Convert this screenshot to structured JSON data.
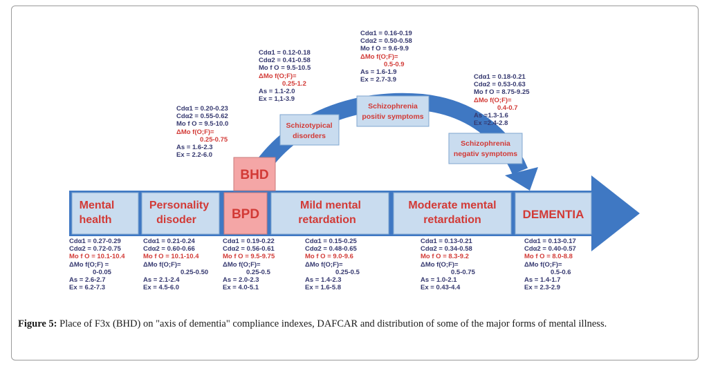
{
  "colors": {
    "box_fill": "#c9dcef",
    "arrow_fill": "#3f78c3",
    "label_red": "#d23a36",
    "highlight_fill": "#f4a6a6",
    "stat_text": "#35386f"
  },
  "axis_boxes": [
    {
      "label": "Mental health"
    },
    {
      "label": "Personality disoder"
    },
    {
      "label": "BPD"
    },
    {
      "label": "Mild mental retardation"
    },
    {
      "label": "Moderate mental retardation"
    },
    {
      "label": "DEMENTIA"
    }
  ],
  "bhd_label": "BHD",
  "arc_boxes": [
    {
      "label_1": "Schizotypical",
      "label_2": "disorders"
    },
    {
      "label_1": "Schizophrenia",
      "label_2": "positiv symptoms"
    },
    {
      "label_1": "Schizophrenia",
      "label_2": "negativ symptoms"
    }
  ],
  "stats_upper": [
    {
      "l1": "Cdα1 = 0.20-0.23",
      "l2": "Cdα2 = 0.55-0.62",
      "l3": "Mo f O = 9.5-10.0",
      "l4": "ΔMo f(O;F)=",
      "l5": "0.25-0.75",
      "l6": "As = 1.6-2.3",
      "l7": "Ex = 2.2-6.0"
    },
    {
      "l1": "Cdα1 = 0.12-0.18",
      "l2": "Cdα2 = 0.41-0.58",
      "l3": "Mo f O = 9.5-10.5",
      "l4": "ΔMo f(O;F)=",
      "l5": "0.25-1.2",
      "l6": "As = 1.1-2.0",
      "l7": "Ex = 1,1-3.9"
    },
    {
      "l1": "Cdα1 = 0.16-0.19",
      "l2": "Cdα2 = 0.50-0.58",
      "l3": "Mo f O = 9.6-9.9",
      "l4": "ΔMo f(O;F)=",
      "l5": "0.5-0.9",
      "l6": "As = 1.6-1.9",
      "l7": "Ex = 2.7-3.9"
    },
    {
      "l1": "Cdα1 = 0.18-0.21",
      "l2": "Cdα2 = 0.53-0.63",
      "l3": "Mo f O = 8.75-9.25",
      "l4": "ΔMo f(O;F)=",
      "l5": "0.4-0.7",
      "l6": "As =1.3-1.6",
      "l7": "Ex =2.4-2.8"
    }
  ],
  "stats_lower": [
    {
      "l1": "Cdα1 = 0.27-0.29",
      "l2": "Cdα2 = 0.72-0.75",
      "l3": "Mo f O = 10.1-10.4",
      "l4": "ΔMo f(O;F) =",
      "l5": "0-0.05",
      "l6": "As = 2.6-2.7",
      "l7": "Ex = 6.2-7.3"
    },
    {
      "l1": "Cdα1 = 0.21-0.24",
      "l2": "Cdα2 = 0.60-0.66",
      "l3": "Mo f O = 10.1-10.4",
      "l4": "ΔMo f(O;F)=",
      "l5": "0.25-0.50",
      "l6": "As = 2.1-2.4",
      "l7": "Ex = 4.5-6.0"
    },
    {
      "l1": "Cdα1 = 0.19-0.22",
      "l2": "Cdα2 = 0.56-0.61",
      "l3": "Mo f O = 9.5-9.75",
      "l4": "ΔMo f(O;F)=",
      "l5": "0.25-0.5",
      "l6": "As = 2.0-2.3",
      "l7": "Ex = 4.0-5.1"
    },
    {
      "l1": "Cdα1 = 0.15-0.25",
      "l2": "Cdα2 = 0.48-0.65",
      "l3": "Mo f O = 9.0-9.6",
      "l4": "ΔMo f(O;F)=",
      "l5": "0.25-0.5",
      "l6": "As = 1.4-2.3",
      "l7": "Ex = 1.6-5.8"
    },
    {
      "l1": "Cdα1 = 0.13-0.21",
      "l2": "Cdα2 = 0.34-0.58",
      "l3": "Mo f O = 8.3-9.2",
      "l4": "ΔMo f(O;F)=",
      "l5": "0.5-0.75",
      "l6": "As = 1.0-2.1",
      "l7": "Ex = 0.43-4.4"
    },
    {
      "l1": "Cdα1 = 0.13-0.17",
      "l2": "Cdα2 = 0.40-0.57",
      "l3": "Mo f O = 8.0-8.8",
      "l4": "ΔMo f(O;F)=",
      "l5": "0.5-0.6",
      "l6": "As = 1.4-1.7",
      "l7": "Ex = 2.3-2.9"
    }
  ],
  "caption": {
    "label": "Figure 5:",
    "text": " Place of F3x (BHD) on \"axis of dementia\" compliance indexes, DAFCAR and distribution of some of the major forms of mental illness."
  }
}
